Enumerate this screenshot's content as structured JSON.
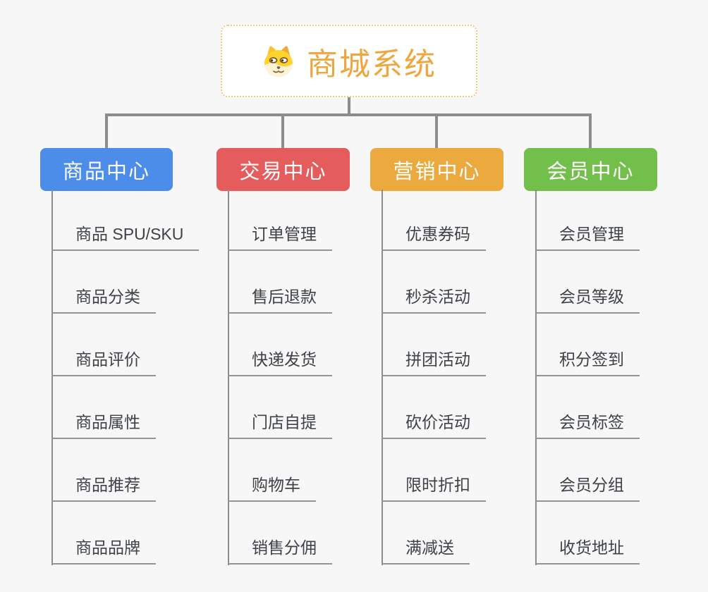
{
  "background": "#f7f7f7",
  "connector_color": "#8c8c8c",
  "leaf_line_color": "#949494",
  "leaf_text_color": "#3e4247",
  "root": {
    "title": "商城系统",
    "title_color": "#f0a63f",
    "border_color": "#f4c87e",
    "icon": "dog-face-icon"
  },
  "branches": [
    {
      "label": "商品中心",
      "color": "#4b8de9",
      "children": [
        "商品 SPU/SKU",
        "商品分类",
        "商品评价",
        "商品属性",
        "商品推荐",
        "商品品牌"
      ]
    },
    {
      "label": "交易中心",
      "color": "#e45c5c",
      "children": [
        "订单管理",
        "售后退款",
        "快递发货",
        "门店自提",
        "购物车",
        "销售分佣"
      ]
    },
    {
      "label": "营销中心",
      "color": "#ecaa3e",
      "children": [
        "优惠券码",
        "秒杀活动",
        "拼团活动",
        "砍价活动",
        "限时折扣",
        "满减送"
      ]
    },
    {
      "label": "会员中心",
      "color": "#72bf4b",
      "children": [
        "会员管理",
        "会员等级",
        "积分签到",
        "会员标签",
        "会员分组",
        "收货地址"
      ]
    }
  ]
}
